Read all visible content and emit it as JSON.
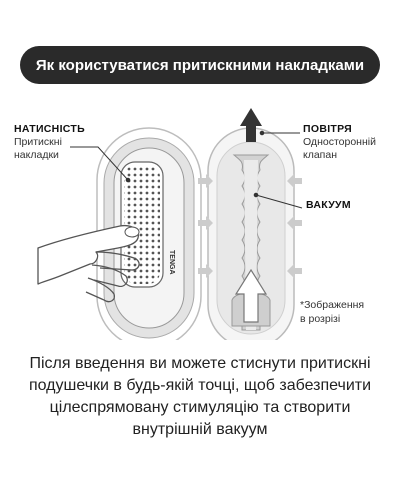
{
  "title": "Як користуватися притискними накладками",
  "labels": {
    "pressure_title": "НАТИСНІСТЬ",
    "pressure_line1": "Притискні",
    "pressure_line2": "накладки",
    "air_title": "ПОВІТРЯ",
    "air_line1": "Односторонній",
    "air_line2": "клапан",
    "vacuum_title": "ВАКУУМ",
    "note_line1": "*Зображення",
    "note_line2": "в розрізі"
  },
  "device_logo": "TENGA",
  "description": [
    "Після введення ви можете стиснути притискні",
    "подушечки в будь-якій точці, щоб забезпечити",
    "цілеспрямовану стимуляцію та створити",
    "внутрішній вакуум"
  ],
  "colors": {
    "title_bg": "#2a2a2a",
    "device_gray": "#e6e6e6",
    "arrow_dark": "#333333",
    "arrow_light": "#cccccc"
  }
}
